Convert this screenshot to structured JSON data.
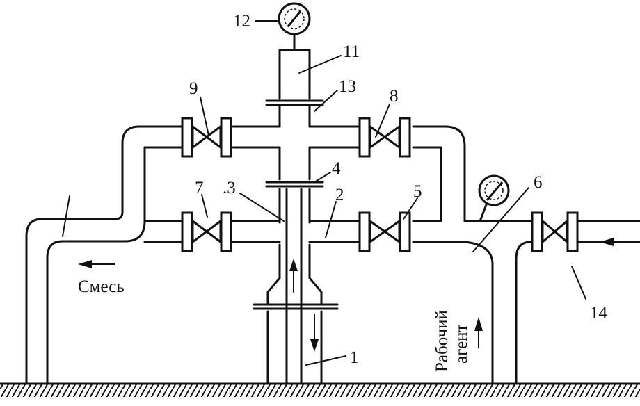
{
  "labels": {
    "mixture": "Смесь",
    "agent_line1": "Рабочий",
    "agent_line2": "агент"
  },
  "numbers": {
    "n1": "1",
    "n2": "2",
    "n3": ".3",
    "n4": "4",
    "n5": "5",
    "n6": "6",
    "n7": "7",
    "n8": "8",
    "n9": "9",
    "n11": "11",
    "n12": "12",
    "n13": "13",
    "n14": "14"
  },
  "colors": {
    "ink": "#111111",
    "paper": "#ffffff"
  },
  "icons": {
    "gauge": "pressure-gauge-icon",
    "valve": "valve-icon"
  }
}
